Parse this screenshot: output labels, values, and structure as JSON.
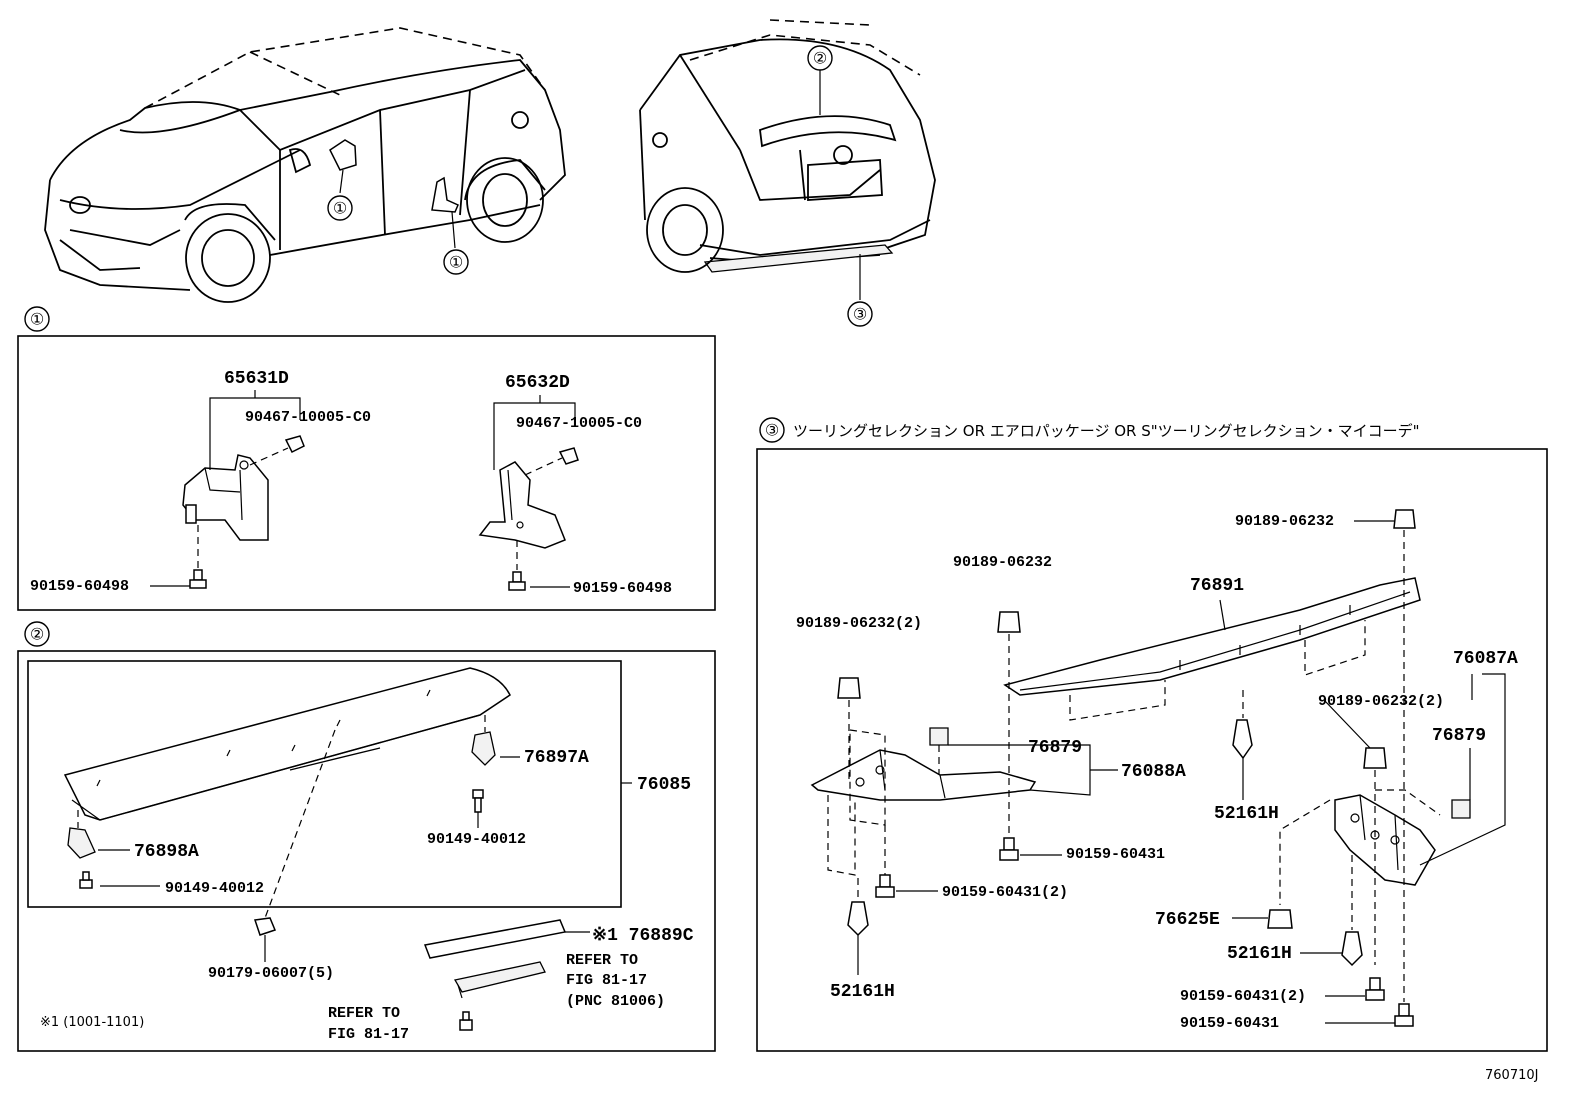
{
  "overview": {
    "callouts": [
      "①",
      "①",
      "②",
      "③"
    ]
  },
  "section1": {
    "marker": "①",
    "parts": {
      "bracket_left": "65631D",
      "bracket_right": "65632D",
      "clip_left": "90467-10005-C0",
      "clip_right": "90467-10005-C0",
      "screw_left": "90159-60498",
      "screw_right": "90159-60498"
    }
  },
  "section2": {
    "marker": "②",
    "parts": {
      "spoiler_assy": "76085",
      "end_cap_right": "76897A",
      "end_cap_left": "76898A",
      "screw_right": "90149-40012",
      "screw_left": "90149-40012",
      "clip": "90179-06007(5)",
      "tape": "※1 76889C",
      "refer_right_1": "REFER TO",
      "refer_right_2": "FIG 81-17",
      "refer_right_3": "(PNC 81006)",
      "refer_left_1": "REFER TO",
      "refer_left_2": "FIG 81-17",
      "footnote": "※1 (1001-1101)"
    }
  },
  "section3": {
    "marker": "③",
    "title": "ツーリングセレクション OR エアロパッケージ OR S\"ツーリングセレクション・マイコーデ\"",
    "parts": {
      "nut_top_right": "90189-06232",
      "nut_top_mid": "90189-06232",
      "nut_left": "90189-06232(2)",
      "nut_right": "90189-06232(2)",
      "lower_spoiler": "76891",
      "extension_left": "76088A",
      "extension_right": "76087A",
      "clip_left": "76879",
      "clip_right": "76879",
      "rivet_center": "52161H",
      "rivet_left": "52161H",
      "rivet_right": "52161H",
      "screw_center": "90159-60431",
      "screw_left": "90159-60431(2)",
      "screw_right_1": "90159-60431(2)",
      "screw_right_2": "90159-60431",
      "retainer": "76625E"
    }
  },
  "figure_id": "760710J"
}
